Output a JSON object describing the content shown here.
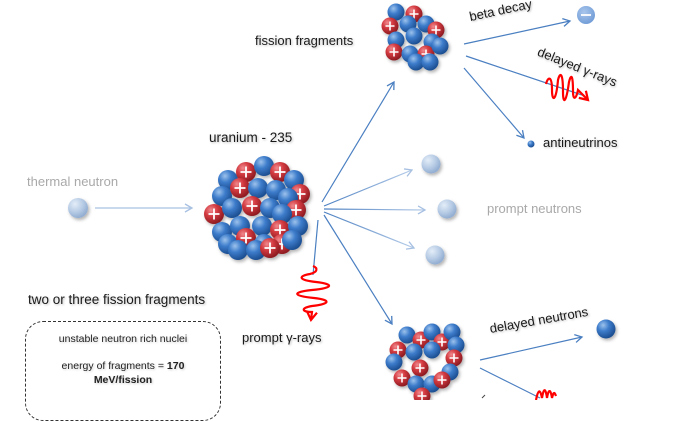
{
  "labels": {
    "thermal_neutron": "thermal neutron",
    "uranium": "uranium - 235",
    "fission_fragments": "fission fragments",
    "beta_decay": "beta decay",
    "delayed_gamma_rays": "delayed γ-rays",
    "antineutrinos": "antineutrinos",
    "prompt_neutrons": "prompt neutrons",
    "prompt_gamma_rays": "prompt γ-rays",
    "delayed_neutrons": "delayed neutrons",
    "two_or_three_fragments": "two or three fission fragments"
  },
  "info_box": {
    "line1": "unstable neutron rich nuclei",
    "energy_prefix": "energy of fragments = ",
    "energy_value": "170",
    "energy_unit": "MeV/fission"
  },
  "icons": {
    "electron": "minus-sign",
    "proton": "plus-sign"
  },
  "colors": {
    "neutron_blue": "#3a78c2",
    "proton_red": "#d0333b",
    "arrow_blue": "#4a7fc1",
    "faded_neutron": "#b3c8e3",
    "gamma_red": "#ff0000",
    "faded_text": "#a9a9a9"
  }
}
